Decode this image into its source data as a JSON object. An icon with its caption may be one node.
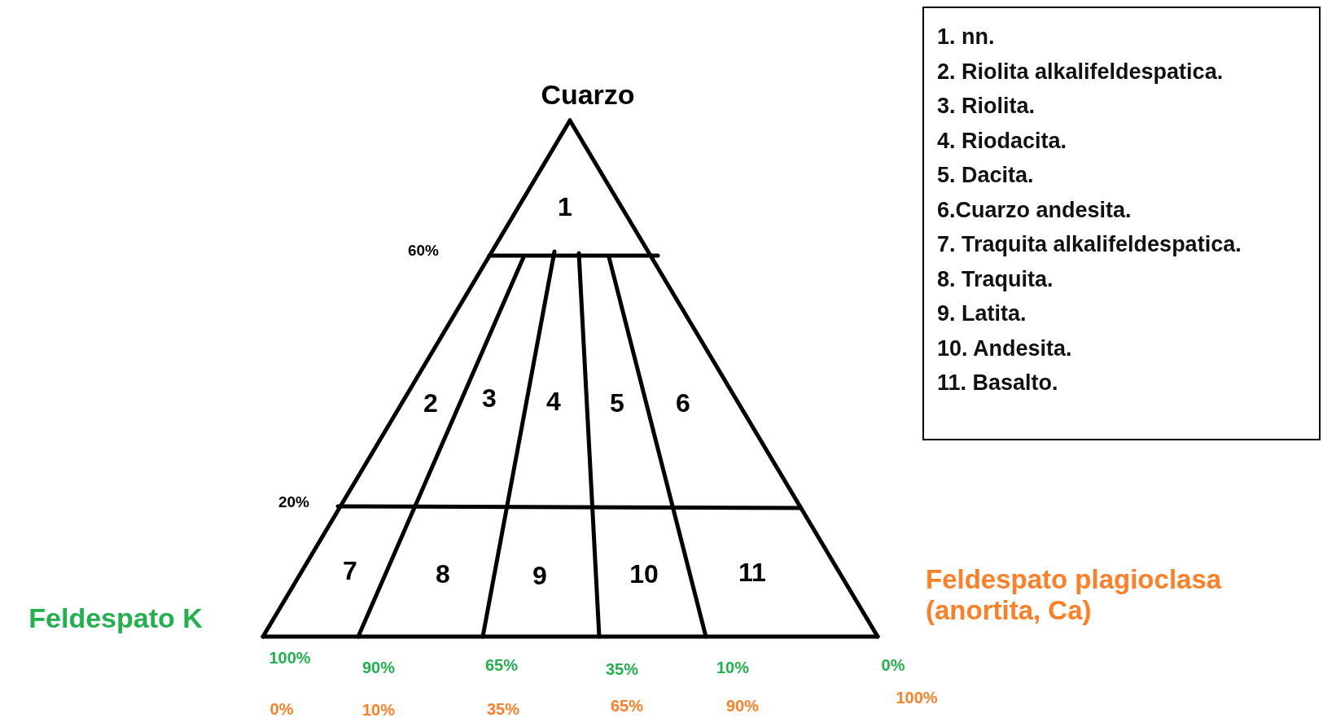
{
  "diagram": {
    "nodes": [
      {
        "text": [
          "1. nn.",
          "2. Riolita alkalifeldespatica.",
          "3. Riolita.",
          "4. Riodacita.",
          "5. Dacita.",
          "6.Cuarzo andesita.",
          "7. Traquita alkalifeldespatica.",
          "8. Traquita.",
          "9. Latita.",
          "10. Andesita.",
          "11. Basalto."
        ]
      }
    ],
    "edges": [],
    "labels": [
      "Cuarzo",
      "1",
      "60%",
      "2",
      "3",
      "4",
      "5",
      "6",
      "20%",
      "7",
      "8",
      "9",
      "10",
      "11",
      "Feldespato plagioclasa (anortita, Ca)",
      "Feldespato K",
      "100%",
      "90%",
      "65%",
      "35%",
      "10%",
      "0%",
      "0%",
      "10%",
      "35%",
      "65%",
      "90%",
      "100%"
    ]
  }
}
